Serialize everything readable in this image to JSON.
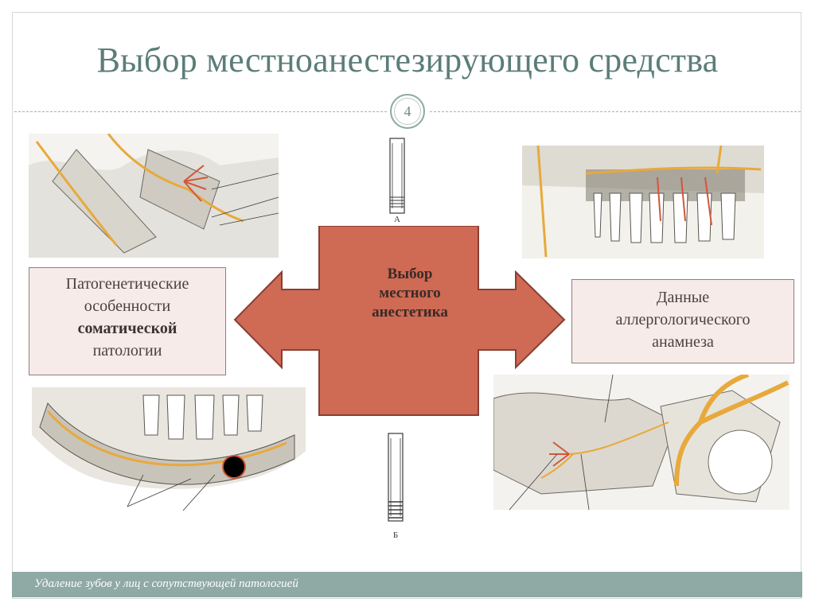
{
  "slide": {
    "title": "Выбор местноанестезирующего средства",
    "page_number": "4",
    "center_label": [
      "Выбор",
      "местного",
      "анестетика"
    ],
    "left_box": {
      "lines": [
        "Патогенетические",
        "особенности"
      ],
      "bold": "соматической",
      "last": "патологии"
    },
    "right_box": {
      "lines": [
        "Данные",
        "аллергологического",
        "анамнеза"
      ]
    },
    "cartridge_labels": [
      "А",
      "Б"
    ],
    "footer": "Удаление зубов у лиц с сопутствующей патологией"
  },
  "colors": {
    "title": "#5c7d78",
    "center_fill": "#cf6a55",
    "center_stroke": "#8a3f33",
    "box_fill": "#f7ebe9",
    "footer": "#8fa9a5",
    "nerve": "#e8a93c"
  },
  "illustrations": [
    {
      "name": "mandibular-nerve-illustration"
    },
    {
      "name": "maxillary-teeth-illustration"
    },
    {
      "name": "lower-jaw-section-illustration"
    },
    {
      "name": "pterygopalatine-nerve-illustration"
    }
  ]
}
